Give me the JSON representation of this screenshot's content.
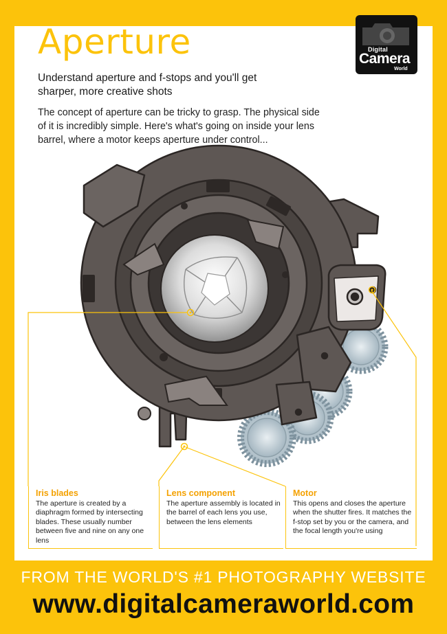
{
  "header": {
    "title": "Aperture",
    "subtitle": "Understand aperture and f-stops and you'll get sharper, more creative shots",
    "intro": "The concept of aperture can be tricky to grasp. The physical side of it is incredibly simple. Here's what's going on inside your lens barrel, where a motor keeps aperture under control..."
  },
  "logo": {
    "line1": "Digital",
    "line2": "Camera",
    "line3": "World"
  },
  "callouts": [
    {
      "title": "Iris blades",
      "text": "The aperture is created by a diaphragm formed by intersecting blades. These usually number between five and nine on any one lens"
    },
    {
      "title": "Lens component",
      "text": "The aperture assembly is located in the barrel of each lens you use, between the lens elements"
    },
    {
      "title": "Motor",
      "text": "This opens and closes the aperture when the shutter fires. It matches the f-stop set by you or the camera, and the focal length you're using"
    }
  ],
  "footer": {
    "tagline": "FROM THE WORLD'S #1 PHOTOGRAPHY WEBSITE",
    "url": "www.digitalcameraworld.com"
  },
  "colors": {
    "brand_yellow": "#fcc30b",
    "callout_title": "#f4a100",
    "housing": "#5e5754",
    "gear": "#b9c7cf"
  }
}
